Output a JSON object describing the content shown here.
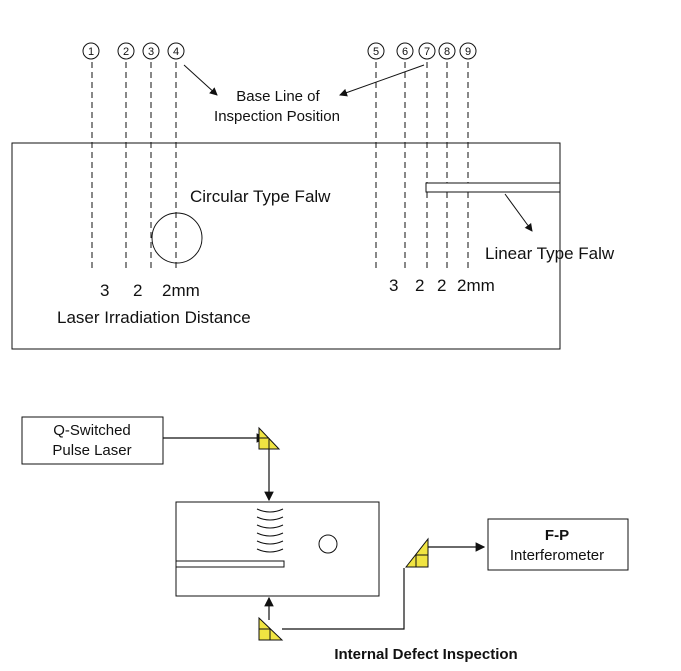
{
  "position_markers": [
    "1",
    "2",
    "3",
    "4",
    "5",
    "6",
    "7",
    "8",
    "9"
  ],
  "baseline_label": [
    "Base Line of",
    "Inspection Position"
  ],
  "circular_flaw_label": "Circular Type Falw",
  "linear_flaw_label": "Linear Type Falw",
  "left_distances": [
    "3",
    "2",
    "2mm"
  ],
  "right_distances": [
    "3",
    "2",
    "2",
    "2mm"
  ],
  "irradiation_label": "Laser Irradiation Distance",
  "laser_box": [
    "Q-Switched",
    "Pulse Laser"
  ],
  "interferometer_box": [
    "F-P",
    "Interferometer"
  ],
  "bottom_caption": "Internal Defect Inspection",
  "colors": {
    "prism_fill": "#f0e442",
    "line": "#111111"
  }
}
